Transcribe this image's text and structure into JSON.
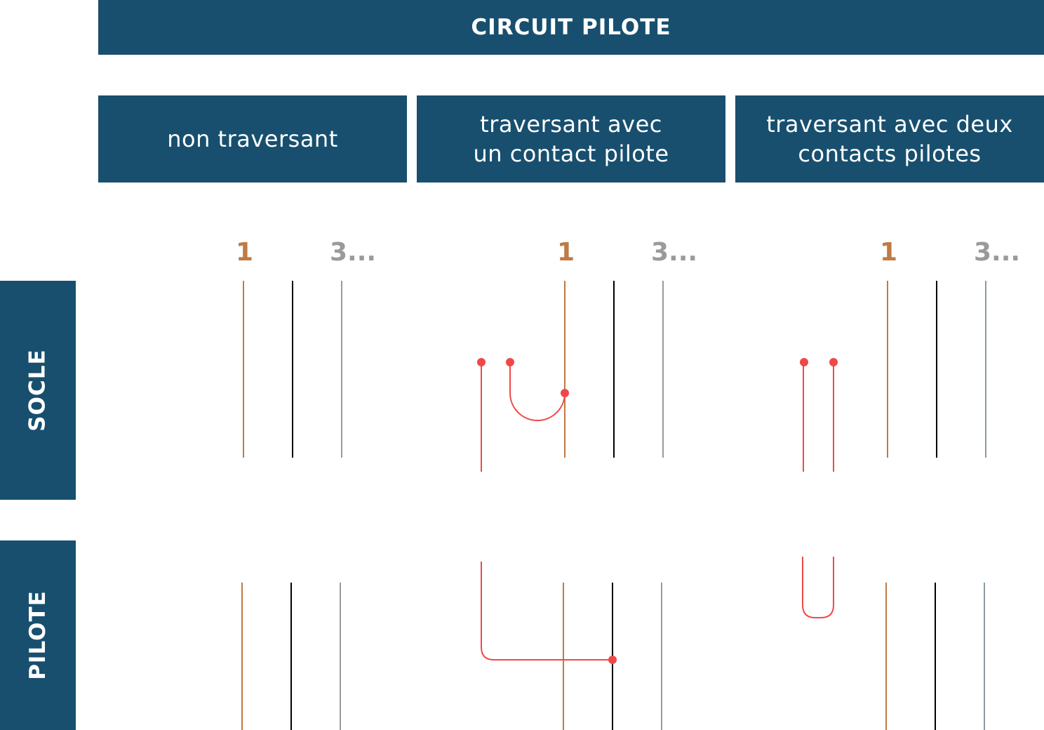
{
  "title": "CIRCUIT PILOTE",
  "columns": [
    {
      "line1": "non traversant",
      "line2": ""
    },
    {
      "line1": "traversant avec",
      "line2": "un contact pilote"
    },
    {
      "line1": "traversant avec deux",
      "line2": "contacts pilotes"
    }
  ],
  "rows": {
    "socle": "SOCLE",
    "pilote": "PILOTE"
  },
  "terminal_labels": {
    "first": "1",
    "rest": "3..."
  },
  "colors": {
    "header_bg": "#184f6e",
    "header_text": "#ffffff",
    "terminal_1": "#c07a45",
    "terminal_2": "#000000",
    "terminal_3": "#9a9a9a",
    "pilot_wire": "#f04848"
  }
}
